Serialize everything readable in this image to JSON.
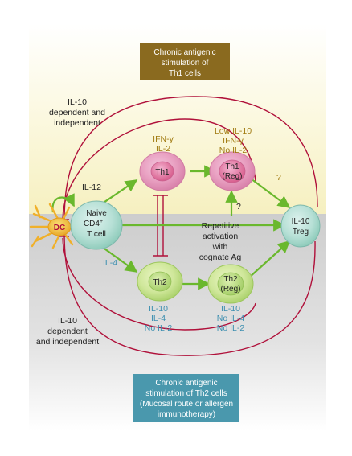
{
  "colors": {
    "th1_text": "#a07a10",
    "th2_text": "#3d8fb0",
    "suppress": "#b0103a",
    "arrow": "#6ab82d",
    "top_box": "#8a6a1f",
    "bottom_box": "#4a98ad"
  },
  "boxes": {
    "top": [
      "Chronic antigenic",
      "stimulation of",
      "Th1 cells"
    ],
    "bottom": [
      "Chronic antigenic",
      "stimulation of Th2 cells",
      "(Mucosal route or allergen",
      "immunotherapy)"
    ]
  },
  "cells": {
    "dc": "DC",
    "naive": [
      "Naive",
      "CD4",
      "+",
      "T cell"
    ],
    "th1": "Th1",
    "th1reg": [
      "Th1",
      "(Reg)"
    ],
    "th2": "Th2",
    "th2reg": [
      "Th2",
      "(Reg)"
    ],
    "treg": [
      "IL-10",
      "Treg"
    ]
  },
  "labels": {
    "il10_top": [
      "IL-10",
      "dependent and",
      "independent"
    ],
    "il10_bottom": [
      "IL-10",
      "dependent",
      "and independent"
    ],
    "il12": "IL-12",
    "il4": "IL-4",
    "th1_cytokines": [
      "IFN-γ",
      "IL-2"
    ],
    "th1reg_cytokines": [
      "Low IL-10",
      "IFN-γ",
      "No IL-2"
    ],
    "th2_cytokines": [
      "IL-10",
      "IL-4",
      "No IL-2"
    ],
    "th2reg_cytokines": [
      "IL-10",
      "No IL-4",
      "No IL-2"
    ],
    "repetitive": [
      "Repetitive",
      "activation",
      "with",
      "cognate Ag"
    ],
    "question1": "?",
    "question2": "?"
  }
}
